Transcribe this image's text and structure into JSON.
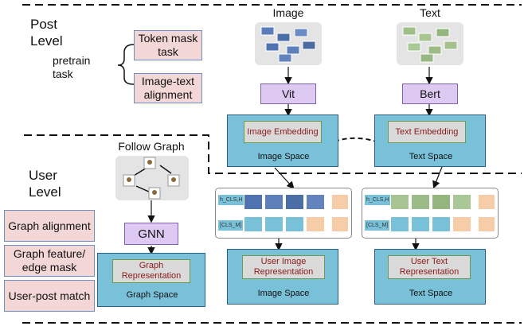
{
  "post_level": {
    "label_line1": "Post",
    "label_line2": "Level",
    "pretrain_line1": "pretrain",
    "pretrain_line2": "task",
    "tasks": [
      "Token mask task",
      "Image-text alignment"
    ],
    "image_header": "Image",
    "text_header": "Text",
    "vit_label": "Vit",
    "bert_label": "Bert",
    "image_embedding": "Image Embedding",
    "text_embedding": "Text Embedding",
    "image_space": "Image Space",
    "text_space": "Text Space"
  },
  "user_level": {
    "label_line1": "User",
    "label_line2": "Level",
    "follow_graph_header": "Follow Graph",
    "gnn_label": "GNN",
    "graph_representation": "Graph Representation",
    "graph_space": "Graph Space",
    "tasks": [
      "Graph alignment",
      "Graph feature/ edge mask",
      "User-post match"
    ],
    "token_labels": {
      "img_cls": "h_CLS,H",
      "img_cls_m": "[CLS_M]",
      "txt_cls": "h_CLS,H",
      "txt_cls_m": "[CLS_M]"
    },
    "user_image_representation": "User Image Representation",
    "user_text_representation": "User Text Representation",
    "image_space": "Image Space",
    "text_space": "Text Space"
  },
  "colors": {
    "task_fill": "#f3d6d6",
    "model_fill": "#ddc9f2",
    "space_fill": "#79c1d8",
    "embedding_text": "#8b1a1a",
    "orange_token": "#f6cda6",
    "teal_token": "#79c1d8"
  }
}
